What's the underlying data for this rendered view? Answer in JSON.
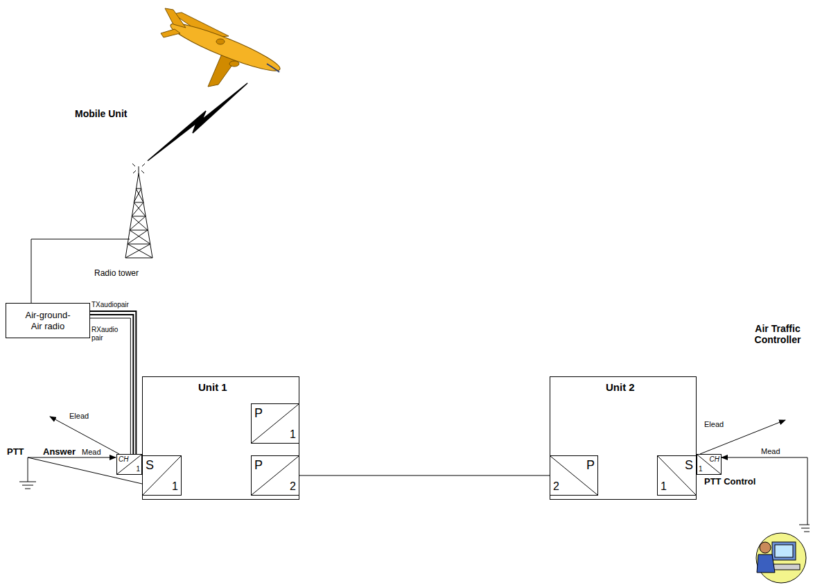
{
  "diagram": {
    "nodes": [
      {
        "text": [
          "Air-ground- Air radio"
        ]
      },
      {
        "text": [
          "Unit 1"
        ]
      },
      {
        "text": [
          "P",
          "1"
        ],
        "in": 1
      },
      {
        "text": [
          "P",
          "2"
        ],
        "in": 1
      },
      {
        "text": [
          "S",
          "1"
        ],
        "in": 1
      },
      {
        "text": [
          "CH",
          "1"
        ]
      },
      {
        "text": [
          "Unit 2"
        ]
      },
      {
        "text": [
          "P",
          "2"
        ],
        "in": 6
      },
      {
        "text": [
          "S",
          "1"
        ],
        "in": 6
      },
      {
        "text": [
          "CH",
          "1"
        ]
      }
    ],
    "edges": [
      {
        "from": 0,
        "to": 5,
        "arrow": "none"
      },
      {
        "from": 3,
        "to": 7,
        "arrow": "none"
      }
    ],
    "labels": [
      "Mobile Unit",
      "Radio tower",
      "TXaudiopair",
      "RXaudio pair",
      "Elead",
      "PTT",
      "Answer",
      "Mead",
      "Air Traffic Controller",
      "Elead",
      "Mead",
      "PTT Control"
    ]
  }
}
